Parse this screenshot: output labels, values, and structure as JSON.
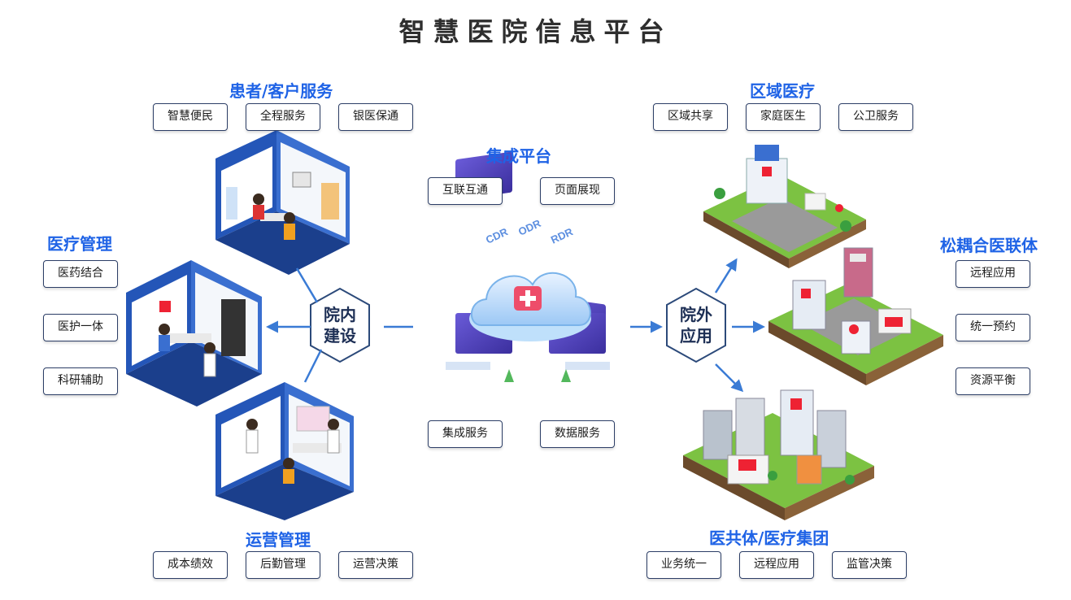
{
  "title": "智慧医院信息平台",
  "headings": {
    "patient": "患者/客户服务",
    "medical": "医疗管理",
    "operation": "运营管理",
    "integration": "集成平台",
    "regional": "区域医疗",
    "alliance": "松耦合医联体",
    "group": "医共体/医疗集团"
  },
  "hubs": {
    "inner_line1": "院内",
    "inner_line2": "建设",
    "outer_line1": "院外",
    "outer_line2": "应用"
  },
  "tags": {
    "patient": [
      "智慧便民",
      "全程服务",
      "银医保通"
    ],
    "medical": [
      "医药结合",
      "医护一体",
      "科研辅助"
    ],
    "operation": [
      "成本绩效",
      "后勤管理",
      "运营决策"
    ],
    "integration_top": [
      "互联互通",
      "页面展现"
    ],
    "integration_bottom": [
      "集成服务",
      "数据服务"
    ],
    "regional": [
      "区域共享",
      "家庭医生",
      "公卫服务"
    ],
    "alliance": [
      "远程应用",
      "统一预约",
      "资源平衡"
    ],
    "group": [
      "业务统一",
      "远程应用",
      "监管决策"
    ]
  },
  "cloud_labels": [
    "CDR",
    "ODR",
    "RDR"
  ],
  "colors": {
    "heading_blue": "#1f63e6",
    "arrow_blue": "#3a7bd5",
    "room_blue": "#2456b8",
    "grass_green": "#7cc242",
    "tag_border": "#2c3e66"
  }
}
